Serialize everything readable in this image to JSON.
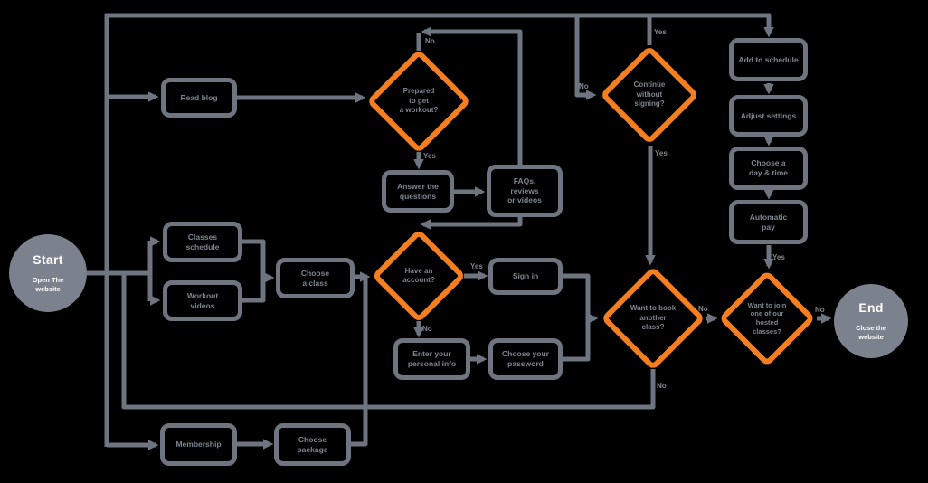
{
  "colors": {
    "background": "#000000",
    "line_gray": "#6e7580",
    "accent_orange": "#f57e20",
    "circle_fill": "#7b818d",
    "circle_text": "#ffffff",
    "label_gray": "#7e8590"
  },
  "nodes": {
    "start": {
      "title": "Start",
      "subtitle": "Open The website"
    },
    "end": {
      "title": "End",
      "subtitle": "Close the website"
    },
    "read_blog": {
      "lines": [
        "Read blog"
      ]
    },
    "classes_schedule": {
      "lines": [
        "Classes",
        "schedule"
      ]
    },
    "workout_videos": {
      "lines": [
        "Workout",
        "videos"
      ]
    },
    "choose_class": {
      "lines": [
        "Choose",
        "a class"
      ]
    },
    "membership": {
      "lines": [
        "Membership"
      ]
    },
    "choose_package": {
      "lines": [
        "Choose",
        "package"
      ]
    },
    "answer_questions": {
      "lines": [
        "Answer the",
        "questions"
      ]
    },
    "faq_reviews_videos": {
      "lines": [
        "FAQs,",
        "reviews",
        "or videos"
      ]
    },
    "sign_in": {
      "lines": [
        "Sign in"
      ]
    },
    "personal_info": {
      "lines": [
        "Enter your",
        "personal info"
      ]
    },
    "choose_password": {
      "lines": [
        "Choose your",
        "password"
      ]
    },
    "add_to_schedule": {
      "lines": [
        "Add to schedule"
      ]
    },
    "adjust_settings": {
      "lines": [
        "Adjust settings"
      ]
    },
    "choose_day_time": {
      "lines": [
        "Choose a",
        "day & time"
      ]
    },
    "automatic_pay": {
      "lines": [
        "Automatic",
        "pay"
      ]
    },
    "decision_workout": {
      "lines": [
        "Prepared",
        "to get",
        "a workout?"
      ]
    },
    "decision_account": {
      "lines": [
        "Have an",
        "account?"
      ]
    },
    "decision_continue": {
      "lines": [
        "Continue",
        "without",
        "signing?"
      ]
    },
    "decision_book_another": {
      "lines": [
        "Want to book",
        "another",
        "class?"
      ]
    },
    "decision_join_hosted": {
      "lines": [
        "Want to join",
        "one of our",
        "hosted",
        "classes?"
      ]
    }
  },
  "edge_labels": {
    "d1_top": "No",
    "d1_bottom": "Yes",
    "d2_right": "Yes",
    "d2_bottom": "No",
    "d3_left": "No",
    "d3_top": "Yes",
    "d3_bottom": "Yes",
    "d4_bottom": "No",
    "d4_right": "No",
    "d5_top": "Yes",
    "d5_right": "No"
  }
}
